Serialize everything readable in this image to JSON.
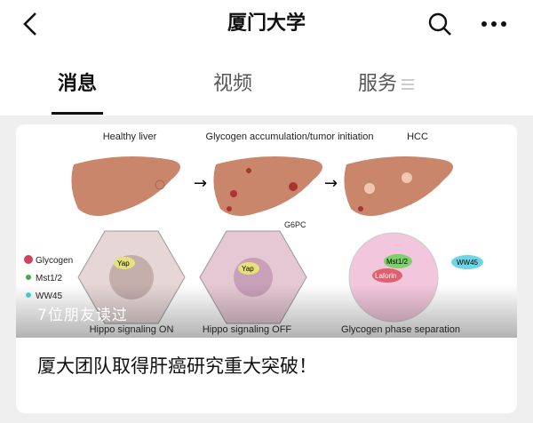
{
  "header": {
    "title": "厦门大学",
    "back_icon": "chevron-left-icon",
    "search_icon": "search-icon",
    "more_icon": "more-dots-icon"
  },
  "tabs": [
    {
      "label": "消息",
      "active": true
    },
    {
      "label": "视频",
      "active": false
    },
    {
      "label": "服务",
      "active": false,
      "icon": "menu-icon"
    }
  ],
  "article": {
    "read_by_friends": "7位朋友读过",
    "title": "厦大团队取得肝癌研究重大突破！",
    "figure": {
      "stage_labels": [
        "Healthy liver",
        "Glycogen accumulation/tumor initiation",
        "HCC"
      ],
      "bottom_labels": [
        "Hippo signaling ON",
        "Hippo signaling OFF",
        "Glycogen phase separation"
      ],
      "legend": [
        "Glycogen",
        "Mst1/2",
        "WW45"
      ],
      "annotations": {
        "g6pc": "G6PC",
        "yap": "Yap",
        "mst": "Mst1/2",
        "laforin": "Laforin",
        "ww45": "WW45"
      }
    }
  }
}
